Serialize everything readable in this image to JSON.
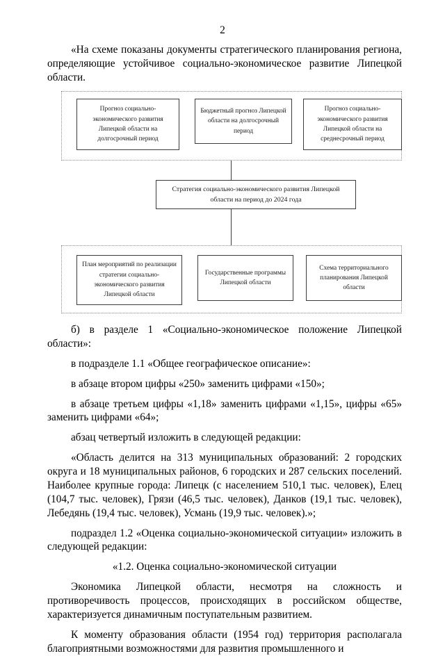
{
  "page": {
    "number": "2"
  },
  "intro": {
    "paragraph": "«На схеме показаны документы стратегического планирования региона, определяющие устойчивое социально-экономическое развитие Липецкой области."
  },
  "diagram": {
    "top_group": [
      {
        "label": "Прогноз социально-экономического развития Липецкой области на долгосрочный период"
      },
      {
        "label": "Бюджетный прогноз Липецкой области на долгосрочный период"
      },
      {
        "label": "Прогноз социально-экономического развития Липецкой области на среднесрочный период"
      }
    ],
    "center": {
      "label": "Стратегия социально-экономического развития Липецкой области на период до 2024 года"
    },
    "bottom_group": [
      {
        "label": "План мероприятий по реализации стратегии социально-экономического развития Липецкой области"
      },
      {
        "label": "Государственные программы Липецкой области"
      },
      {
        "label": "Схема территориального планирования Липецкой области"
      }
    ]
  },
  "body": {
    "p1": "б) в разделе 1 «Социально-экономическое положение Липецкой области»:",
    "p2": "в подразделе 1.1 «Общее географическое описание»:",
    "p3": "в абзаце втором цифры «250» заменить цифрами «150»;",
    "p4": "в абзаце третьем цифры «1,18» заменить цифрами «1,15», цифры «65» заменить цифрами «64»;",
    "p5": "абзац четвертый изложить в следующей редакции:",
    "p6": "«Область делится на 313 муниципальных образований: 2 городских округа и 18 муниципальных районов, 6 городских и  287 сельских поселений. Наиболее крупные города: Липецк (с населением 510,1 тыс. человек), Елец (104,7 тыс. человек), Грязи (46,5 тыс. человек), Данков (19,1 тыс. человек), Лебедянь (19,4 тыс. человек), Усмань (19,9 тыс. человек).»;",
    "p7": "подраздел 1.2 «Оценка социально-экономической ситуации» изложить в следующей редакции:",
    "p8_heading": "«1.2. Оценка социально-экономической ситуации",
    "p9": "Экономика Липецкой области, несмотря на сложность и противоречивость процессов, происходящих в российском обществе, характеризуется динамичным поступательным развитием.",
    "p10": "К моменту образования области (1954 год) территория располагала благоприятными возможностями для развития промышленного и"
  },
  "colors": {
    "text": "#000000",
    "node_border": "#3a3a3a",
    "group_border": "#8a8a8a",
    "background": "#ffffff"
  }
}
